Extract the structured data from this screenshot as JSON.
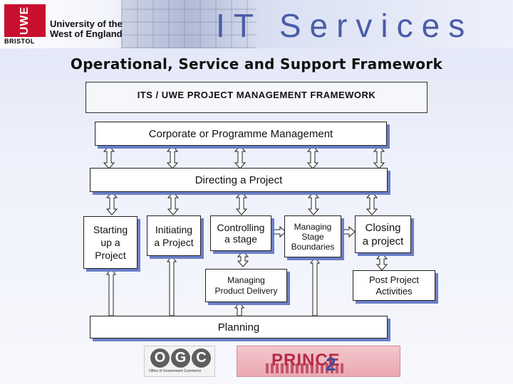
{
  "header": {
    "logo_letters": "UWE",
    "logo_city": "BRISTOL",
    "university_name": "University of the West of England",
    "product_title": "IT Services"
  },
  "page_title": "Operational, Service and Support Framework",
  "framework_title": "ITS / UWE PROJECT MANAGEMENT FRAMEWORK",
  "boxes": {
    "corporate": "Corporate or Programme Management",
    "directing": "Directing a Project",
    "starting": [
      "Starting",
      "up a",
      "Project"
    ],
    "initiating": [
      "Initiating",
      "a Project"
    ],
    "controlling": [
      "Controlling",
      "a stage"
    ],
    "managing_stage": [
      "Managing",
      "Stage",
      "Boundaries"
    ],
    "closing": [
      "Closing",
      "a project"
    ],
    "managing_delivery": [
      "Managing",
      "Product Delivery"
    ],
    "post_project": [
      "Post Project",
      "Activities"
    ],
    "planning": "Planning"
  },
  "logos": {
    "ogc_letters": [
      "O",
      "G",
      "C"
    ],
    "ogc_subtitle": "Office of Government Commerce",
    "prince_text": "PRINCE",
    "prince_number": "2"
  },
  "colors": {
    "box_shadow": "#6b7ec7",
    "it_services_text": "#4a5ca8",
    "uwe_red": "#c8102e"
  }
}
